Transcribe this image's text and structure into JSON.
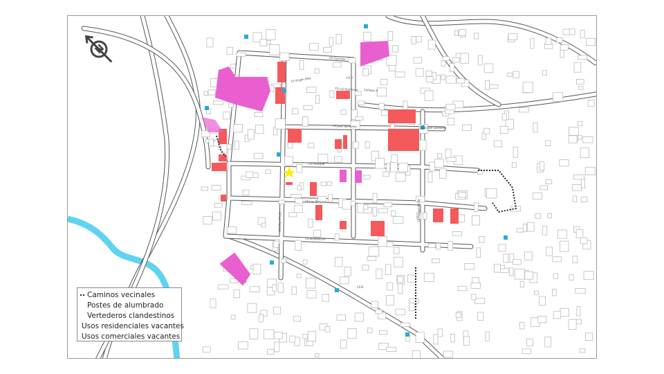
{
  "map": {
    "streets": [
      "Cll Cipreses",
      "Cll Virgen Díaz",
      "Cll P",
      "Cll José Quiñones",
      "Cll Los Quiñones",
      "Callejón A",
      "Calle José Quiñones",
      "Cll Principal",
      "Cll Los Tanques",
      "Cll Acueductos",
      "Cll Los Rosales",
      "Cll Manuel Arcila",
      "Cll B"
    ],
    "north_arrow_label": "N",
    "colors": {
      "residential": "#f4595b",
      "commercial": "#e95fcf",
      "river": "#5fd3f0",
      "bin": "#2aa9d6",
      "star": "#ffee00"
    }
  },
  "legend": {
    "items": [
      {
        "label": "Caminos vecinales",
        "symbol": "dots"
      },
      {
        "label": "Postes de alumbrado",
        "symbol": "none"
      },
      {
        "label": "Vertederos clandestinos",
        "symbol": "none"
      },
      {
        "label": "Usos residenciales vacantes",
        "symbol": "residential"
      },
      {
        "label": "Usos comerciales vacantes",
        "symbol": "commercial"
      }
    ]
  }
}
